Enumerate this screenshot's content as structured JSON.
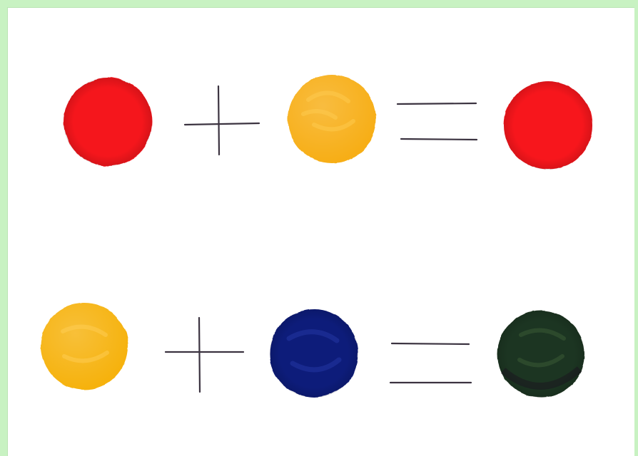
{
  "diagram": {
    "equations": [
      {
        "operand_a": {
          "color": "#f5141e",
          "name": "red"
        },
        "operator": "plus",
        "operand_b": {
          "color": "#f7ae12",
          "name": "orange-yellow"
        },
        "relation": "equals",
        "result": {
          "color": "#f7131d",
          "name": "red"
        }
      },
      {
        "operand_a": {
          "color": "#f6b20f",
          "name": "orange-yellow"
        },
        "operator": "plus",
        "operand_b": {
          "color": "#101a7a",
          "name": "dark-blue"
        },
        "relation": "equals",
        "result": {
          "color": "#1f3520",
          "name": "dark-green"
        }
      }
    ]
  }
}
